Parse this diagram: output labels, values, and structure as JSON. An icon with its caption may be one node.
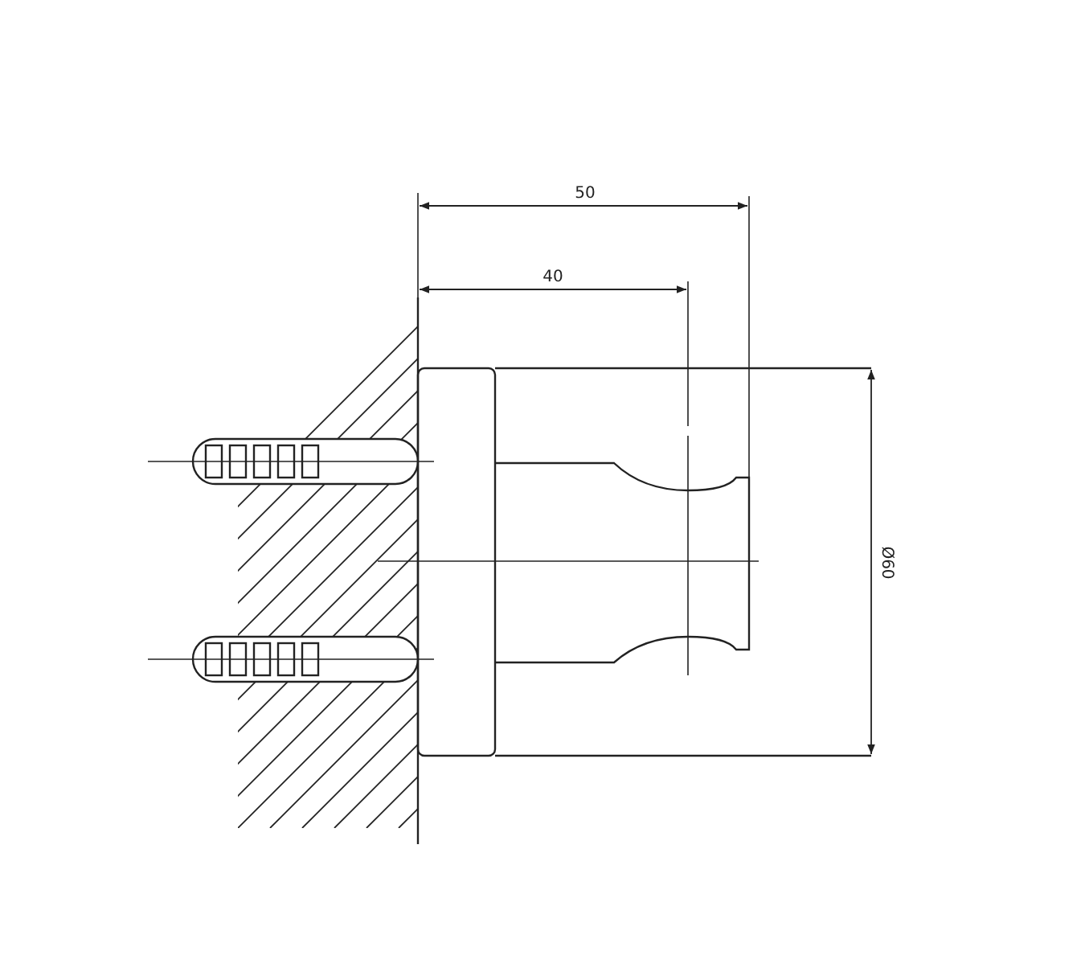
{
  "diagram": {
    "labels": [
      "50",
      "40",
      "Ø60"
    ]
  }
}
